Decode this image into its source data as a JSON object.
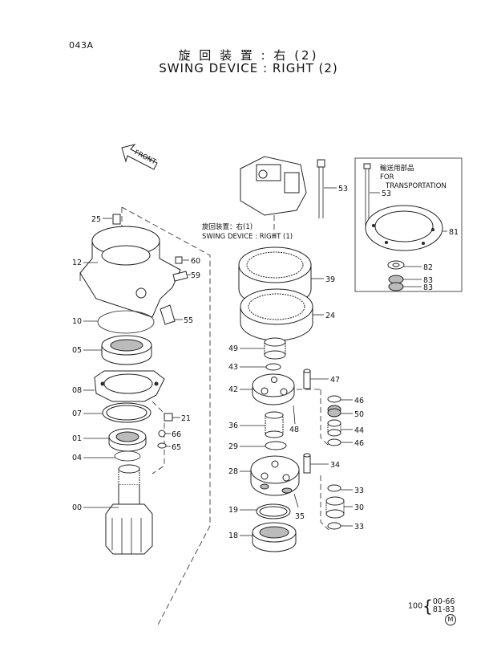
{
  "page_code": "043A",
  "title_jp": "旋 回 装 置 : 右 (2)",
  "title_en": "SWING DEVICE : RIGHT (2)",
  "front_label": "FRONT",
  "ref_jp": "旋回装置：右(1)",
  "ref_en": "SWING DEVICE : RIGHT (1)",
  "transport_jp": "輸送用部品",
  "transport_en_1": "FOR",
  "transport_en_2": "TRANSPORTATION",
  "parts": {
    "p25": "25",
    "p12": "12",
    "p60": "60",
    "p59": "59",
    "p10": "10",
    "p55": "55",
    "p05": "05",
    "p08": "08",
    "p07": "07",
    "p21": "21",
    "p01": "01",
    "p66": "66",
    "p65": "65",
    "p04": "04",
    "p00": "00",
    "p53": "53",
    "p53b": "53",
    "p81": "81",
    "p82": "82",
    "p83a": "83",
    "p83b": "83",
    "p39": "39",
    "p24": "24",
    "p49": "49",
    "p43": "43",
    "p47": "47",
    "p42": "42",
    "p46a": "46",
    "p50": "50",
    "p44": "44",
    "p46b": "46",
    "p36": "36",
    "p48": "48",
    "p29": "29",
    "p34": "34",
    "p28": "28",
    "p33a": "33",
    "p30": "30",
    "p33b": "33",
    "p19": "19",
    "p35": "35",
    "p18": "18"
  },
  "serial_prefix": "100",
  "serial_range_1": "00-66",
  "serial_range_2": "81-83",
  "mark": "M"
}
